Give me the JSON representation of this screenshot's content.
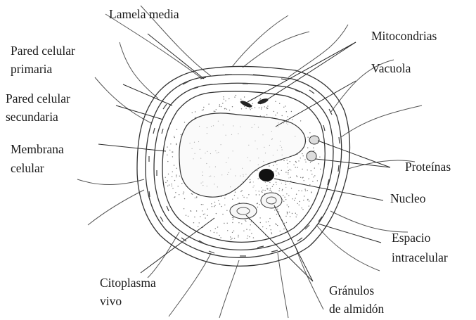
{
  "labels": {
    "lamela_media": "Lamela media",
    "pared_primaria_1": "Pared celular",
    "pared_primaria_2": "primaria",
    "pared_secundaria_1": "Pared celular",
    "pared_secundaria_2": "secundaria",
    "membrana_1": "Membrana",
    "membrana_2": "celular",
    "mitocondrias": "Mitocondrias",
    "vacuola": "Vacuola",
    "proteinas": "Proteínas",
    "nucleo": "Nucleo",
    "espacio_1": "Espacio",
    "espacio_2": "intracelular",
    "citoplasma_1": "Citoplasma",
    "citoplasma_2": "vivo",
    "granulos_1": "Gránulos",
    "granulos_2": "de almidón"
  },
  "colors": {
    "ink": "#1a1a1a",
    "wall_fill": "#ececec",
    "cytoplasm_fill": "#f4f4f4",
    "vacuole_fill": "#fafafa",
    "nucleus_fill": "#111111"
  }
}
